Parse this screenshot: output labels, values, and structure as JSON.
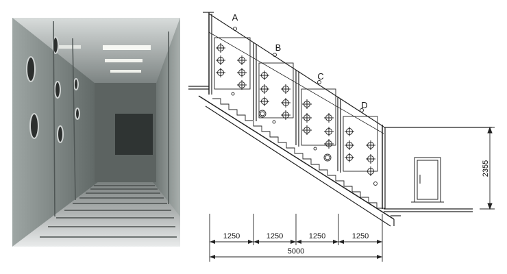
{
  "photo": {
    "description_icon": "air-shower-tunnel-photo"
  },
  "drawing": {
    "section_labels": [
      "A",
      "B",
      "C",
      "D"
    ],
    "horizontal_dimensions": [
      "1250",
      "1250",
      "1250",
      "1250"
    ],
    "total_dimension": "5000",
    "vertical_dimension": "2355"
  },
  "colors": {
    "line": "#222222",
    "photo_wall": "#8e9594",
    "photo_floor": "#c9cccc"
  }
}
